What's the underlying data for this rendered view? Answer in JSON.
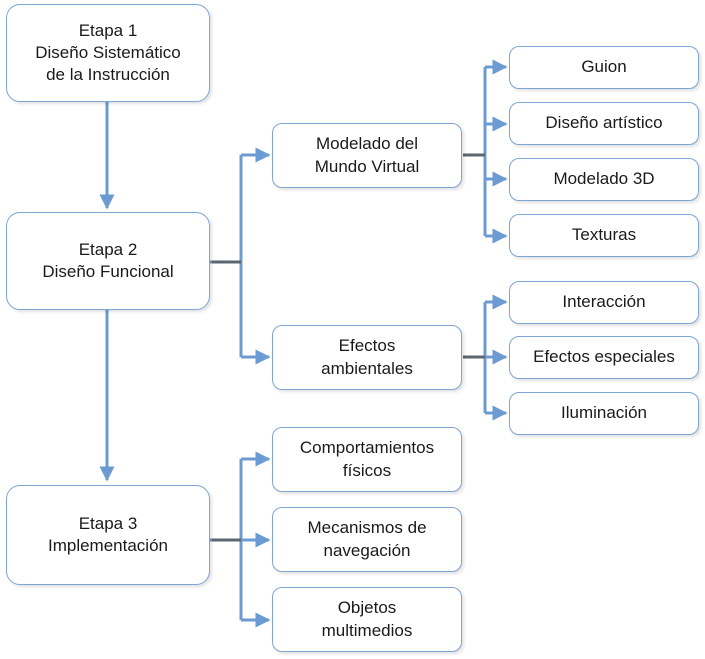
{
  "colors": {
    "line": "#6b9bd2",
    "connector": "#5b6670",
    "border": "#7fa6d3",
    "text": "#1a1a1a"
  },
  "stages": [
    {
      "id": "etapa1",
      "lines": [
        "Etapa 1",
        "Diseño Sistemático",
        "de la Instrucción"
      ]
    },
    {
      "id": "etapa2",
      "lines": [
        "Etapa 2",
        "Diseño Funcional"
      ]
    },
    {
      "id": "etapa3",
      "lines": [
        "Etapa 3",
        "Implementación"
      ]
    }
  ],
  "level2": [
    {
      "id": "modelado",
      "lines": [
        "Modelado del",
        "Mundo Virtual"
      ]
    },
    {
      "id": "efectos",
      "lines": [
        "Efectos",
        "ambientales"
      ]
    },
    {
      "id": "comportamientos",
      "lines": [
        "Comportamientos",
        "físicos"
      ]
    },
    {
      "id": "mecanismos",
      "lines": [
        "Mecanismos de",
        "navegación"
      ]
    },
    {
      "id": "objetos",
      "lines": [
        "Objetos",
        "multimedios"
      ]
    }
  ],
  "level3": [
    {
      "id": "guion",
      "label": "Guion"
    },
    {
      "id": "diseno-artistico",
      "label": "Diseño artístico"
    },
    {
      "id": "modelado-3d",
      "label": "Modelado 3D"
    },
    {
      "id": "texturas",
      "label": "Texturas"
    },
    {
      "id": "interaccion",
      "label": "Interacción"
    },
    {
      "id": "efectos-especiales",
      "label": "Efectos especiales"
    },
    {
      "id": "iluminacion",
      "label": "Iluminación"
    }
  ]
}
